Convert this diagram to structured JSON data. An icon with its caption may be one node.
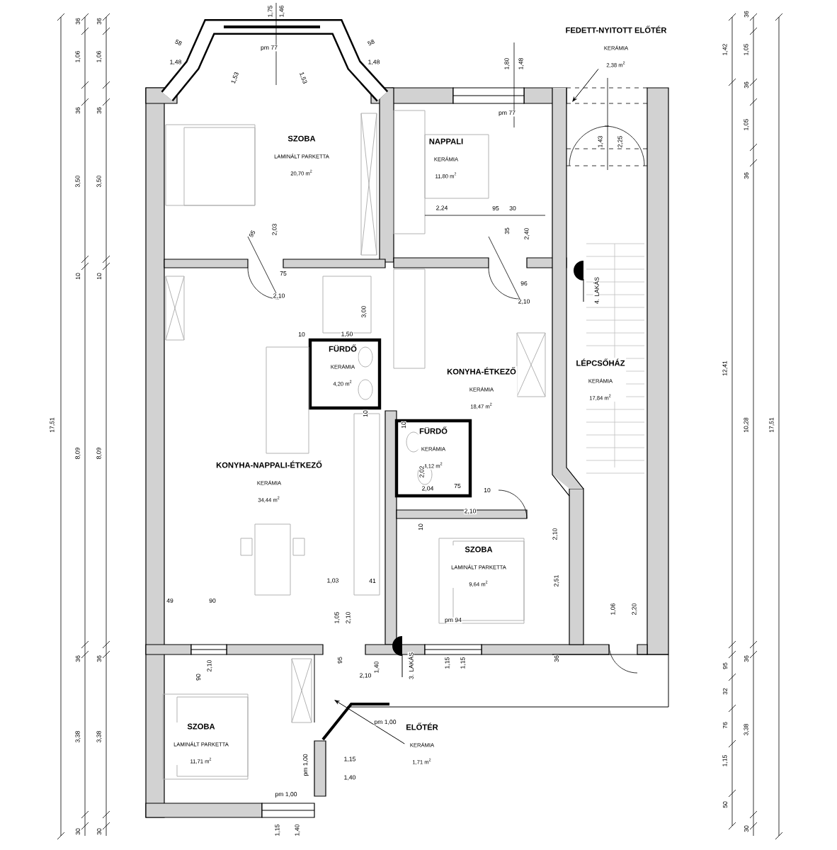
{
  "diagram": {
    "nodes": [
      {
        "text": [
          "SZOBA",
          "LAMINÁLT PARKETTA",
          "20,70 m$^{2}$"
        ]
      },
      {
        "text": [
          "NAPPALI",
          "KERÁMIA",
          "11,80 m$^{2}$"
        ]
      },
      {
        "text": [
          "FEDETT-NYITOTT ELŐTÉR",
          "KERÁMIA",
          "2,38 m$^{2}$"
        ]
      },
      {
        "text": [
          "FÜRDŐ",
          "KERÁMIA",
          "4,20 m$^{2}$"
        ]
      },
      {
        "text": [
          "KONYHA-ÉTKEZŐ",
          "KERÁMIA",
          "18,47 m$^{2}$"
        ]
      },
      {
        "text": [
          "LÉPCSŐHÁZ",
          "KERÁMIA",
          "17,84 m$^{2}$"
        ]
      },
      {
        "text": [
          "FÜRDŐ",
          "KERÁMIA",
          "4,12 m$^{2}$"
        ]
      },
      {
        "text": [
          "KONYHA-NAPPALI-ÉTKEZŐ",
          "KERÁMIA",
          "34,44 m$^{2}$"
        ]
      },
      {
        "text": [
          "SZOBA",
          "LAMINÁLT PARKETTA",
          "9,64 m$^{2}$"
        ]
      },
      {
        "text": [
          "SZOBA",
          "LAMINÁLT PARKETTA",
          "11,71 m$^{2}$"
        ]
      },
      {
        "text": [
          "ELŐTÉR",
          "KERÁMIA",
          "1,71 m$^{2}$"
        ]
      }
    ],
    "edges": [
      {
        "from": 2,
        "to": null,
        "arrow": "to"
      },
      {
        "from": 10,
        "to": null,
        "arrow": "to"
      }
    ],
    "labels": [
      "36",
      "1,06",
      "36",
      "3,50",
      "10",
      "8,09",
      "36",
      "3,38",
      "30",
      "36",
      "1,06",
      "36",
      "3,50",
      "10",
      "8,09",
      "36",
      "3,38",
      "30",
      "17,51",
      "1,75",
      "1,46",
      "58",
      "1,48",
      "58",
      "1,48",
      "pm 77",
      "1,53",
      "1,53",
      "1,80",
      "1,48",
      "pm 77",
      "1,43",
      "2,25",
      "2,24",
      "95",
      "30",
      "95",
      "2,03",
      "35",
      "2,40",
      "75",
      "96",
      "2,10",
      "2,10",
      "4. LAKÁS",
      "3,00",
      "10",
      "1,50",
      "10",
      "10",
      "2,02",
      "2,04",
      "75",
      "10",
      "2,10",
      "10",
      "2,10",
      "2,51",
      "1,03",
      "41",
      "49",
      "90",
      "1,05",
      "2,10",
      "1,06",
      "2,20",
      "pm 94",
      "90",
      "2,10",
      "95",
      "2,10",
      "1,40",
      "3. LAKÁS",
      "1,15",
      "1,15",
      "36",
      "pm 1,00",
      "pm 1,00",
      "1,15",
      "1,40",
      "pm 1,00",
      "1,15",
      "1,40",
      "1,42",
      "12,41",
      "95",
      "32",
      "76",
      "1,15",
      "50",
      "36",
      "1,05",
      "36",
      "1,05",
      "36",
      "10,28",
      "36",
      "3,38",
      "30",
      "17,51"
    ]
  }
}
